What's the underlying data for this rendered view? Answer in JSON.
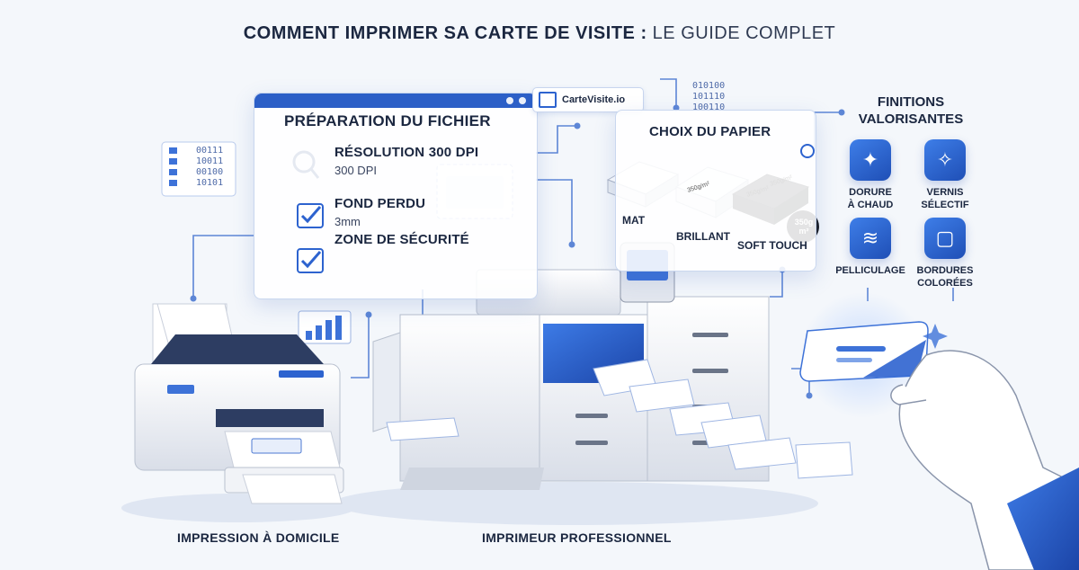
{
  "title": {
    "bold": "COMMENT IMPRIMER SA CARTE DE VISITE :",
    "light": "LE GUIDE COMPLET"
  },
  "logo": {
    "text": "CarteVisite.io"
  },
  "binary_top": [
    "010100",
    "101110",
    "100110"
  ],
  "binary_left": [
    "00111",
    "10011",
    "00100",
    "10101"
  ],
  "preparation": {
    "title": "PRÉPARATION DU FICHIER",
    "items": [
      {
        "label": "RÉSOLUTION 300 DPI",
        "detail": "300 DPI",
        "icon": "magnifier-icon"
      },
      {
        "label": "FOND PERDU",
        "detail": "3mm",
        "icon": "checkbox-icon"
      },
      {
        "label": "ZONE DE SÉCURITÉ",
        "detail": "",
        "icon": "checkbox-icon"
      }
    ]
  },
  "paper": {
    "title": "CHOIX DU PAPIER",
    "options": [
      "MAT",
      "BRILLANT",
      "SOFT TOUCH"
    ],
    "stack_labels": [
      "350g/m²",
      "350g/m²",
      "350g/m²"
    ],
    "badge_weight": "350g",
    "badge_unit": "m²"
  },
  "finitions": {
    "title_line1": "FINITIONS",
    "title_line2": "VALORISANTES",
    "items": [
      {
        "line1": "DORURE",
        "line2": "À CHAUD",
        "icon": "sparkle-icon"
      },
      {
        "line1": "VERNIS",
        "line2": "SÉLECTIF",
        "icon": "sparkle-icon"
      },
      {
        "line1": "PELLICULAGE",
        "line2": "",
        "icon": "layers-icon"
      },
      {
        "line1": "BORDURES",
        "line2": "COLORÉES",
        "icon": "border-icon"
      }
    ]
  },
  "bottom": {
    "home": "IMPRESSION À DOMICILE",
    "pro": "IMPRIMEUR PROFESSIONNEL"
  },
  "colors": {
    "accent": "#2d63cf",
    "dark": "#1b2740",
    "background": "#f4f7fb"
  }
}
